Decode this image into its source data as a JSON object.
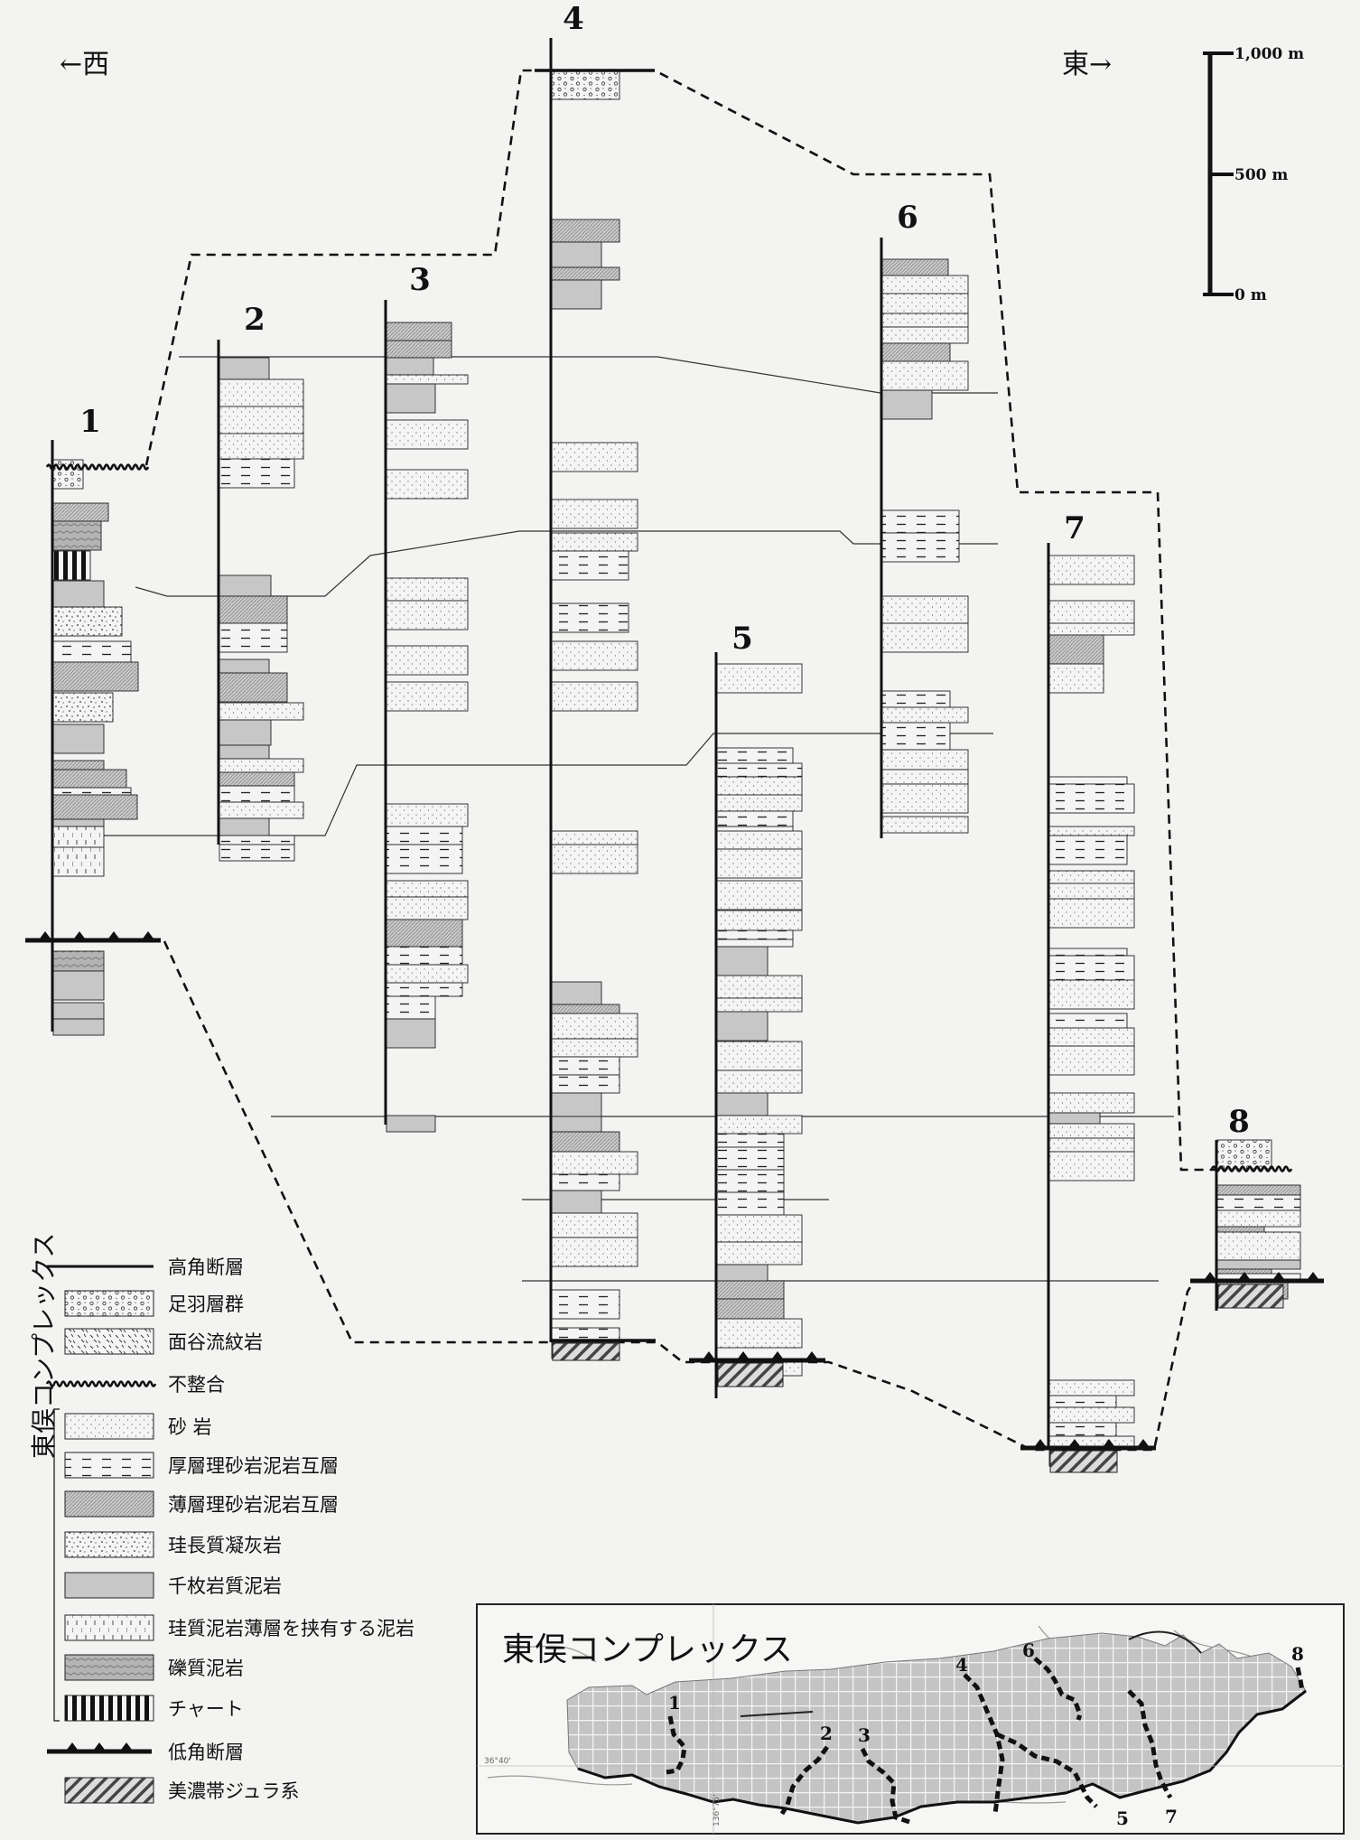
{
  "header": {
    "west": "←西",
    "east": "東→"
  },
  "scale": {
    "top": "1,000 m",
    "mid": "500 m",
    "bottom": "0 m"
  },
  "columns": [
    "1",
    "2",
    "3",
    "4",
    "5",
    "6",
    "7",
    "8"
  ],
  "legend": {
    "group_label": "東俣コンプレックス",
    "items": [
      {
        "label": "高角断層",
        "icon": "high-angle-fault"
      },
      {
        "label": "足羽層群",
        "icon": "asuwa-group"
      },
      {
        "label": "面谷流紋岩",
        "icon": "omodani-rhyolite"
      },
      {
        "label": "不整合",
        "icon": "unconformity"
      },
      {
        "label": "砂 岩",
        "icon": "sandstone"
      },
      {
        "label": "厚層理砂岩泥岩互層",
        "icon": "thick-bedded-alternation"
      },
      {
        "label": "薄層理砂岩泥岩互層",
        "icon": "thin-bedded-alternation"
      },
      {
        "label": "珪長質凝灰岩",
        "icon": "felsic-tuff"
      },
      {
        "label": "千枚岩質泥岩",
        "icon": "phyllitic-mudstone"
      },
      {
        "label": "珪質泥岩薄層を挟有する泥岩",
        "icon": "mudstone-with-siliceous"
      },
      {
        "label": "礫質泥岩",
        "icon": "pebbly-mudstone"
      },
      {
        "label": "チャート",
        "icon": "chert"
      },
      {
        "label": "低角断層",
        "icon": "low-angle-fault"
      },
      {
        "label": "美濃帯ジュラ系",
        "icon": "mino-jurassic"
      }
    ]
  },
  "map": {
    "title": "東俣コンプレックス",
    "route_labels": [
      "1",
      "2",
      "3",
      "4",
      "5",
      "6",
      "7",
      "8"
    ],
    "ticks": [
      "36°40'",
      "136°75'"
    ]
  }
}
